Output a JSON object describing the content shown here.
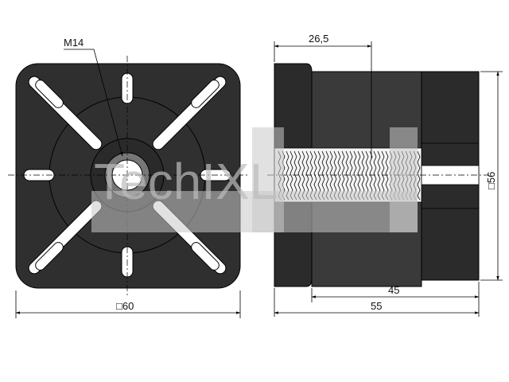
{
  "drawing": {
    "thread_label": "M14",
    "dim_square_front": "□60",
    "dim_top": "26,5",
    "dim_height": "□56",
    "dim_inner_length": "45",
    "dim_total_length": "55",
    "watermark_text": "TechIXL"
  },
  "colors": {
    "part_fill": "#2b2b2b",
    "line": "#000000",
    "watermark": "#c8c8c8"
  }
}
